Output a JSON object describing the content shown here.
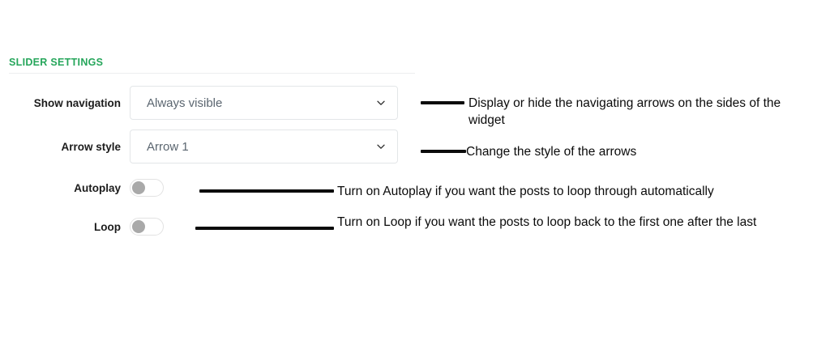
{
  "panel": {
    "heading": "SLIDER SETTINGS",
    "accent_color": "#26a65b",
    "divider_color": "#eceeef"
  },
  "settings": [
    {
      "label": "Show navigation",
      "control": "select",
      "value": "Always visible",
      "icon": "chevron-down-icon"
    },
    {
      "label": "Arrow style",
      "control": "select",
      "value": "Arrow 1",
      "icon": "chevron-down-icon"
    },
    {
      "label": "Autoplay",
      "control": "toggle",
      "value": "off"
    },
    {
      "label": "Loop",
      "control": "toggle",
      "value": "off"
    }
  ],
  "annotations": [
    {
      "target": "Show navigation",
      "text": "Display or hide the navigating arrows on the sides of the widget"
    },
    {
      "target": "Arrow style",
      "text": "Change the style of the arrows"
    },
    {
      "target": "Autoplay",
      "text": "Turn on Autoplay if you want the posts to loop through automatically"
    },
    {
      "target": "Loop",
      "text": "Turn on Loop if you want the posts to loop back to the first one after the last"
    }
  ]
}
